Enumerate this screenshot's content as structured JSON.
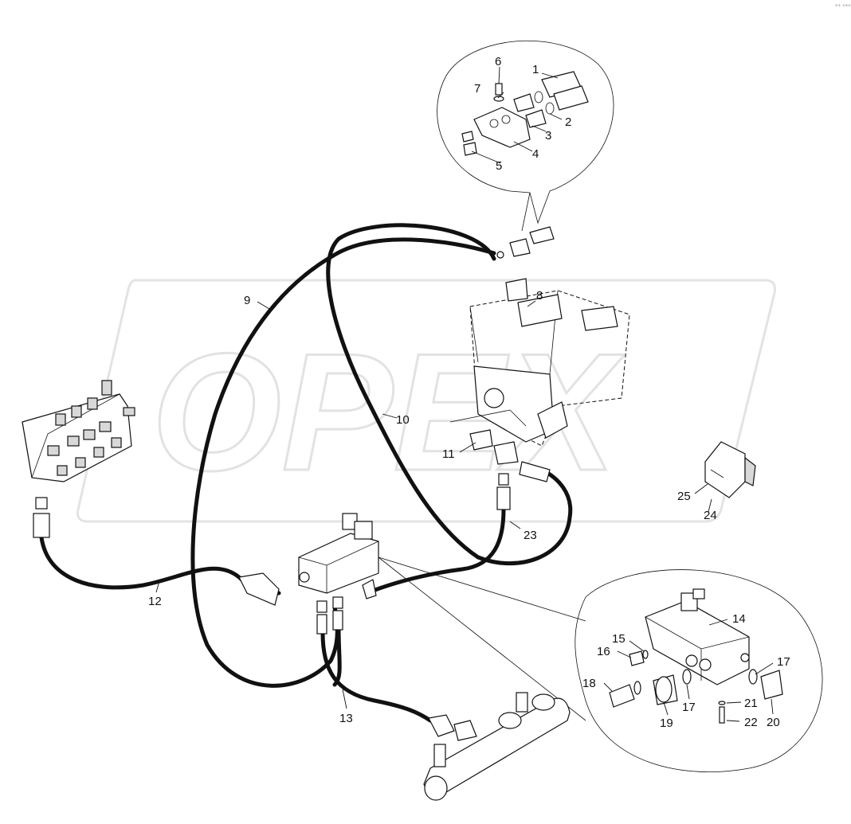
{
  "watermark": {
    "text": "OPEX"
  },
  "corner_mark": "** ***",
  "callouts": [
    {
      "id": "1",
      "text": "1"
    },
    {
      "id": "2",
      "text": "2"
    },
    {
      "id": "3",
      "text": "3"
    },
    {
      "id": "4",
      "text": "4"
    },
    {
      "id": "5",
      "text": "5"
    },
    {
      "id": "6",
      "text": "6"
    },
    {
      "id": "7",
      "text": "7"
    },
    {
      "id": "8",
      "text": "8"
    },
    {
      "id": "9",
      "text": "9"
    },
    {
      "id": "10",
      "text": "10"
    },
    {
      "id": "11",
      "text": "11"
    },
    {
      "id": "12",
      "text": "12"
    },
    {
      "id": "13",
      "text": "13"
    },
    {
      "id": "14",
      "text": "14"
    },
    {
      "id": "15",
      "text": "15"
    },
    {
      "id": "16",
      "text": "16"
    },
    {
      "id": "17a",
      "text": "17"
    },
    {
      "id": "17b",
      "text": "17"
    },
    {
      "id": "18",
      "text": "18"
    },
    {
      "id": "19",
      "text": "19"
    },
    {
      "id": "20",
      "text": "20"
    },
    {
      "id": "21",
      "text": "21"
    },
    {
      "id": "22",
      "text": "22"
    },
    {
      "id": "23",
      "text": "23"
    },
    {
      "id": "24",
      "text": "24"
    },
    {
      "id": "25",
      "text": "25"
    }
  ]
}
